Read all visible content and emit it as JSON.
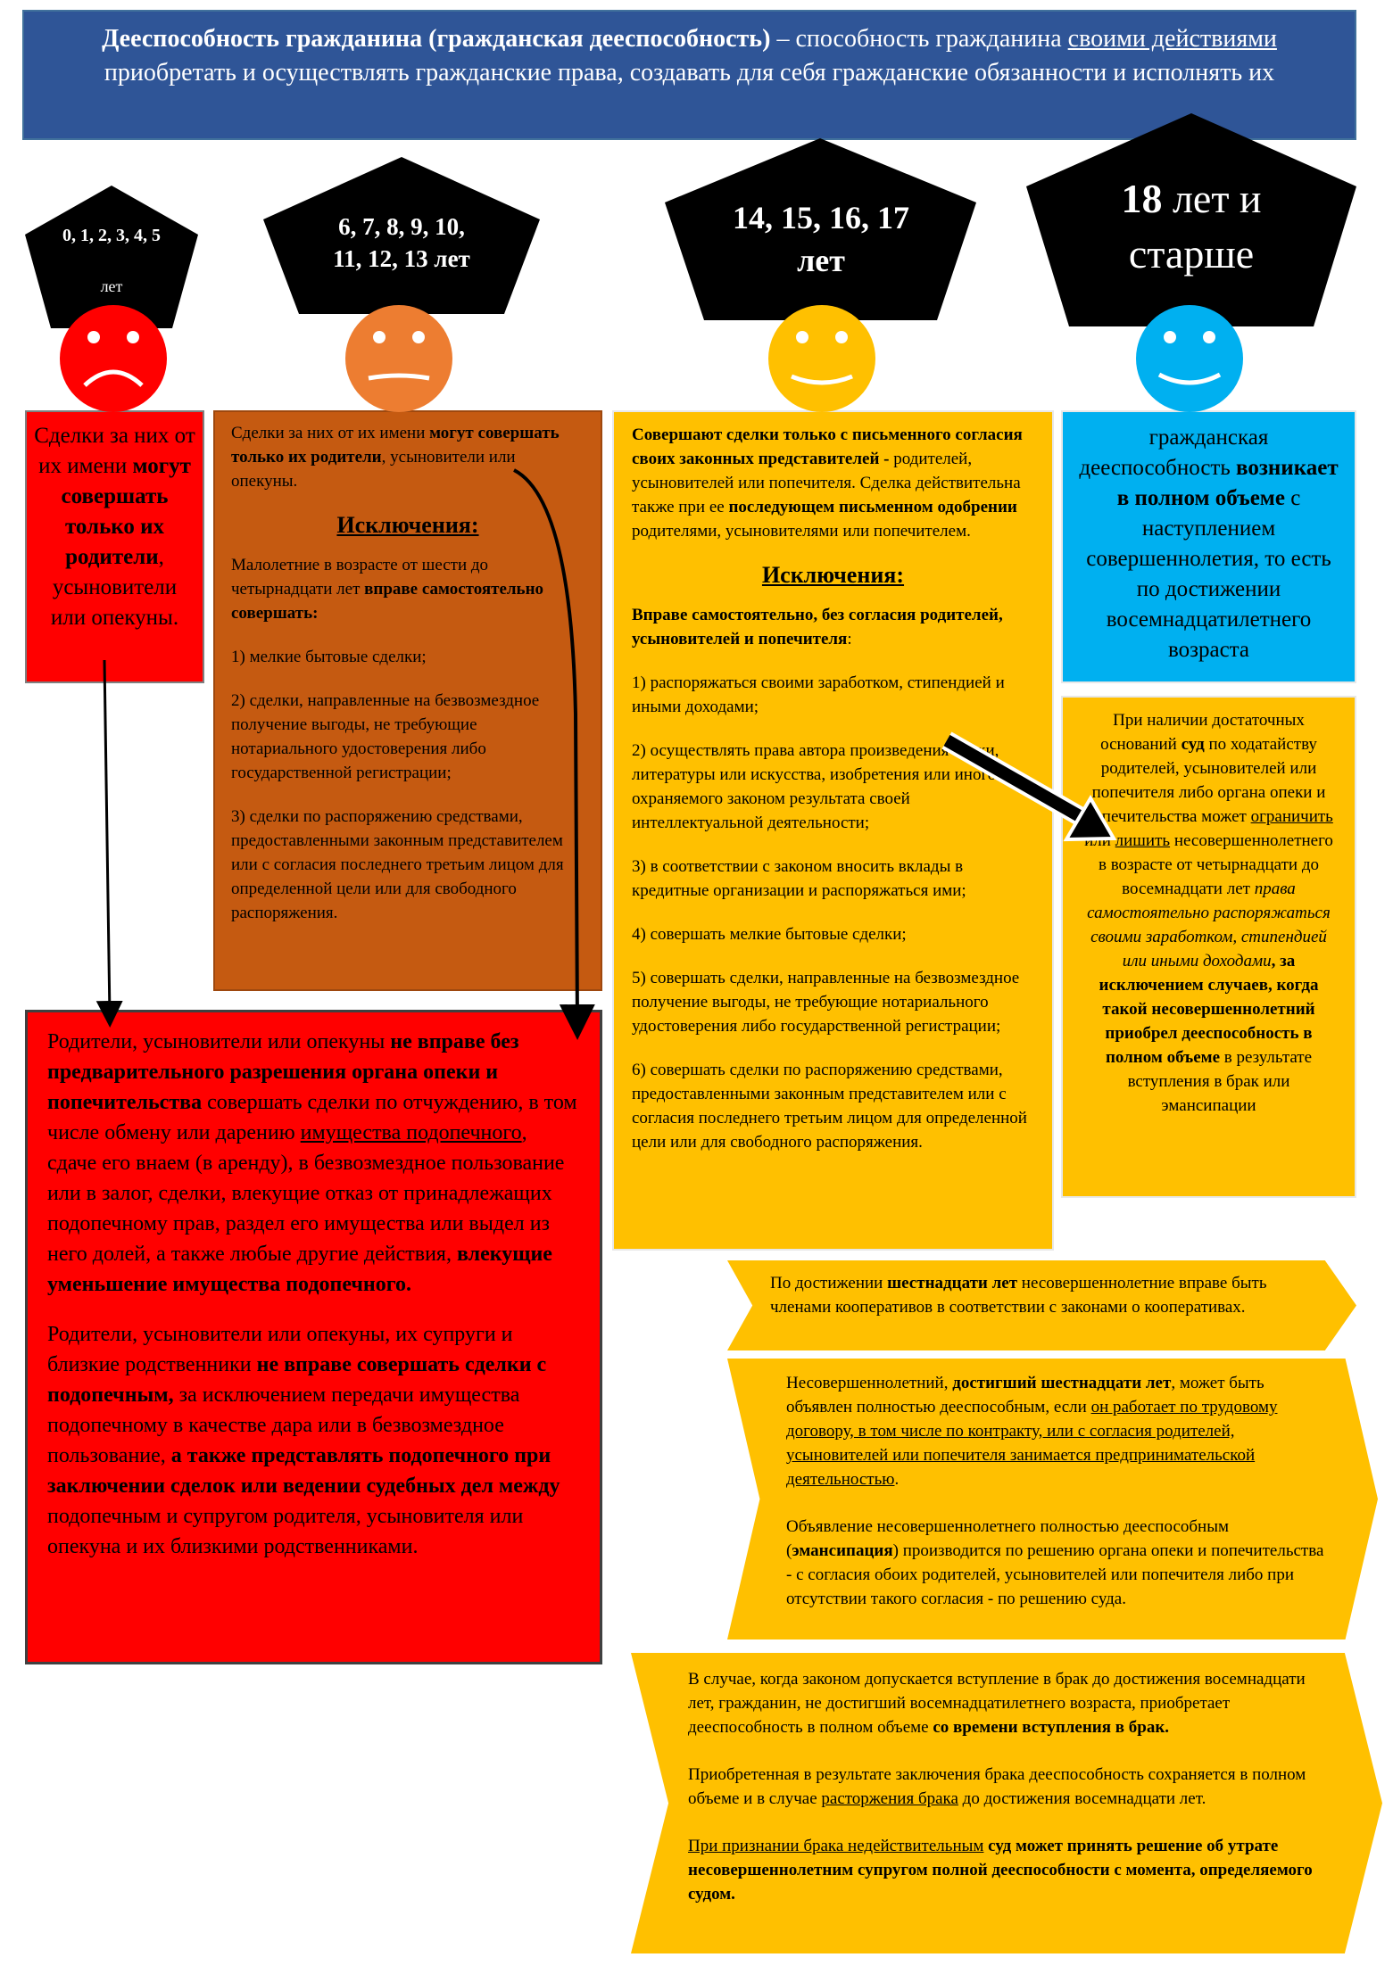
{
  "header": {
    "segments": [
      [
        "Дееспособность гражданина (гражданская дееспособность)",
        "b"
      ],
      [
        " – способность гражданина ",
        ""
      ],
      [
        "своими действиями ",
        "u"
      ],
      [
        "приобретать и осуществлять гражданские права, создавать для себя гражданские обязанности и исполнять их",
        ""
      ]
    ]
  },
  "ages": [
    {
      "segments": [
        [
          "0, 1, 2, 3, 4, 5",
          "b"
        ]
      ],
      "suffix": "лет",
      "face": "sad",
      "color": "#ff0000"
    },
    {
      "segments": [
        [
          "6, 7, 8, 9, 10, 11, 12, 13",
          "b"
        ],
        [
          " лет",
          ""
        ]
      ],
      "face": "neutral",
      "color": "#ed7d31"
    },
    {
      "segments": [
        [
          "14, 15, 16, 17",
          "b"
        ],
        [
          " лет",
          ""
        ]
      ],
      "face": "smile",
      "color": "#ffc000"
    },
    {
      "segments": [
        [
          "18",
          "b"
        ],
        [
          " лет и старше",
          ""
        ]
      ],
      "face": "smile",
      "color": "#00b0f0"
    }
  ],
  "red1": {
    "segments": [
      [
        "Сделки за них от их имени ",
        ""
      ],
      [
        "могут совершать только их родители",
        "b"
      ],
      [
        ", усыновители или опекуны.",
        ""
      ]
    ]
  },
  "brown": {
    "intro": [
      [
        "Сделки за них от их имени ",
        ""
      ],
      [
        "могут совершать только их родители",
        "b"
      ],
      [
        ", усыновители или опекуны.",
        ""
      ]
    ],
    "heading": "Исключения:",
    "lead": [
      [
        "Малолетние в возрасте от шести до четырнадцати лет ",
        ""
      ],
      [
        "вправе самостоятельно совершать:",
        "b"
      ]
    ],
    "items": [
      "1) мелкие бытовые сделки;",
      "2) сделки, направленные на безвозмездное получение выгоды, не требующие нотариального удостоверения либо государственной регистрации;",
      "3) сделки по распоряжению средствами, предоставленными законным представителем или с согласия последнего третьим лицом для определенной цели или для свободного распоряжения."
    ]
  },
  "yellow": {
    "intro": [
      [
        "Совершают сделки только с письменного согласия своих законных представителей -",
        "b"
      ],
      [
        " родителей, усыновителей или попечителя. Сделка действительна также при ее ",
        ""
      ],
      [
        "последующем письменном одобрении",
        "b"
      ],
      [
        " родителями, усыновителями или попечителем.",
        ""
      ]
    ],
    "heading": "Исключения:",
    "lead": [
      [
        "Вправе самостоятельно, без согласия родителей, усыновителей и попечителя",
        "b"
      ],
      [
        ":",
        ""
      ]
    ],
    "items": [
      "1) распоряжаться своими заработком, стипендией и иными доходами;",
      "2) осуществлять права автора произведения науки, литературы или искусства, изобретения или иного охраняемого законом результата своей интеллектуальной деятельности;",
      "3) в соответствии с законом вносить вклады в кредитные организации и распоряжаться ими;",
      "4) совершать мелкие бытовые сделки;",
      "5) совершать сделки, направленные на безвозмездное получение выгоды, не требующие нотариального удостоверения либо государственной регистрации;",
      "6) совершать сделки по распоряжению средствами, предоставленными законным представителем или с согласия последнего третьим лицом для определенной цели или для свободного распоряжения."
    ]
  },
  "blue": {
    "segments": [
      [
        "гражданская дееспособность ",
        ""
      ],
      [
        "возникает в полном объеме",
        "b"
      ],
      [
        " с наступлением совершеннолетия, то есть по достижении восемнадцатилетнего возраста",
        ""
      ]
    ]
  },
  "yright": {
    "segments": [
      [
        "При наличии достаточных оснований ",
        ""
      ],
      [
        "суд",
        "b"
      ],
      [
        " по ходатайству родителей, усыновителей или попечителя либо органа опеки и попечительства может ",
        ""
      ],
      [
        "ограничить",
        "u"
      ],
      [
        " или ",
        ""
      ],
      [
        "лишить",
        "u"
      ],
      [
        " несовершеннолетнего в возрасте от четырнадцати до восемнадцати лет ",
        ""
      ],
      [
        "права самостоятельно распоряжаться своими заработком, стипендией или иными доходами",
        "i"
      ],
      [
        ", за исключением случаев, когда такой несовершеннолетний приобрел дееспособность в полном объеме",
        "b"
      ],
      [
        " в результате вступления в брак или эмансипации",
        ""
      ]
    ]
  },
  "bigred": {
    "p1": [
      [
        "Родители, усыновители или опекуны ",
        ""
      ],
      [
        "не вправе без предварительного разрешения органа опеки и попечительства",
        "b"
      ],
      [
        " совершать сделки по отчуждению, в том числе обмену или дарению ",
        ""
      ],
      [
        "имущества подопечного",
        "u"
      ],
      [
        ", сдаче его внаем (в аренду), в безвозмездное пользование или в залог, сделки, влекущие отказ от принадлежащих подопечному прав, раздел его имущества или выдел из него долей, а также любые другие действия, ",
        ""
      ],
      [
        "влекущие уменьшение имущества подопечного.",
        "b"
      ]
    ],
    "p2": [
      [
        "Родители, усыновители или опекуны, их супруги и близкие родственники ",
        ""
      ],
      [
        "не вправе совершать сделки с подопечным,",
        "b"
      ],
      [
        " за исключением передачи имущества подопечному в качестве дара или в безвозмездное пользование, ",
        ""
      ],
      [
        "а также представлять подопечного при заключении сделок или ведении судебных дел между",
        "b"
      ],
      [
        " подопечным и супругом родителя, усыновителя или опекуна и их близкими родственниками.",
        ""
      ]
    ]
  },
  "chev1": {
    "p1": [
      [
        "По достижении ",
        ""
      ],
      [
        "шестнадцати лет",
        "b"
      ],
      [
        " несовершеннолетние вправе быть членами кооперативов в соответствии с законами о кооперативах.",
        ""
      ]
    ]
  },
  "chev2": {
    "p1": [
      [
        "Несовершеннолетний, ",
        ""
      ],
      [
        "достигший шестнадцати лет",
        "b"
      ],
      [
        ", может быть объявлен полностью дееспособным, если ",
        ""
      ],
      [
        "он работает по трудовому договору, в том числе по контракту, или с согласия родителей, усыновителей или попечителя занимается предпринимательской деятельностью",
        "u"
      ],
      [
        ".",
        ""
      ]
    ],
    "p2": [
      [
        "Объявление несовершеннолетнего полностью дееспособным (",
        ""
      ],
      [
        "эмансипация",
        "b"
      ],
      [
        ") производится по решению органа опеки и попечительства - с согласия обоих родителей, усыновителей или попечителя либо при отсутствии такого согласия - по решению суда.",
        ""
      ]
    ]
  },
  "chev3": {
    "p1": [
      [
        "В случае, когда законом допускается вступление в брак до достижения восемнадцати лет, гражданин, не достигший восемнадцатилетнего возраста, приобретает дееспособность в полном объеме ",
        ""
      ],
      [
        "со времени вступления в брак.",
        "b"
      ]
    ],
    "p2": [
      [
        "Приобретенная в результате заключения брака дееспособность сохраняется в полном объеме и в случае ",
        ""
      ],
      [
        "расторжения брака",
        "u"
      ],
      [
        " до достижения восемнадцати лет.",
        ""
      ]
    ],
    "p3": [
      [
        "При признании брака недействительным",
        "u"
      ],
      [
        " суд может принять решение об утрате несовершеннолетним супругом полной дееспособности с момента, определяемого судом.",
        "b"
      ]
    ]
  },
  "colors": {
    "header": "#2f5597",
    "red": "#ff0000",
    "brown": "#c55a11",
    "yellow": "#ffc000",
    "blue": "#00b0f0"
  }
}
